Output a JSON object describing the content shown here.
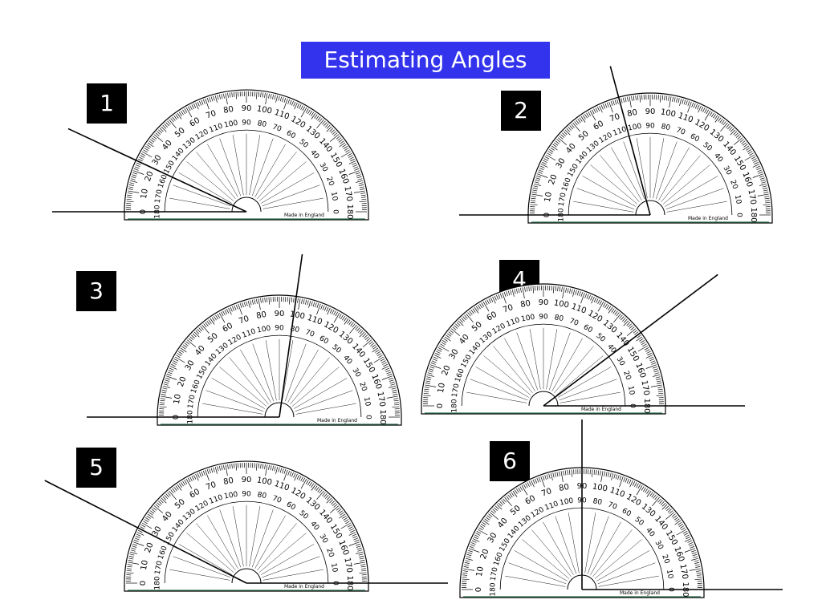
{
  "title": "Estimating Angles",
  "protractor": {
    "outer_labels": [
      "0",
      "10",
      "20",
      "30",
      "40",
      "50",
      "60",
      "70",
      "80",
      "90",
      "100",
      "110",
      "120",
      "130",
      "140",
      "150",
      "160",
      "170",
      "180"
    ],
    "inner_labels": [
      "180",
      "170",
      "160",
      "150",
      "140",
      "130",
      "120",
      "110",
      "100",
      "90",
      "80",
      "70",
      "60",
      "50",
      "40",
      "30",
      "20",
      "10",
      "0"
    ],
    "maker": "Made in England"
  },
  "problems": [
    {
      "label": "1",
      "arm_angle_deg": 155
    },
    {
      "label": "2",
      "arm_angle_deg": 105
    },
    {
      "label": "3",
      "arm_angle_deg": 82
    },
    {
      "label": "4",
      "arm_angle_deg": 37
    },
    {
      "label": "5",
      "arm_angle_deg": 153
    },
    {
      "label": "6",
      "arm_angle_deg": 90
    }
  ],
  "colors": {
    "title_bg": "#3333ee",
    "label_bg": "#000000",
    "ink": "#000000",
    "rule": "#2f6f4f"
  }
}
